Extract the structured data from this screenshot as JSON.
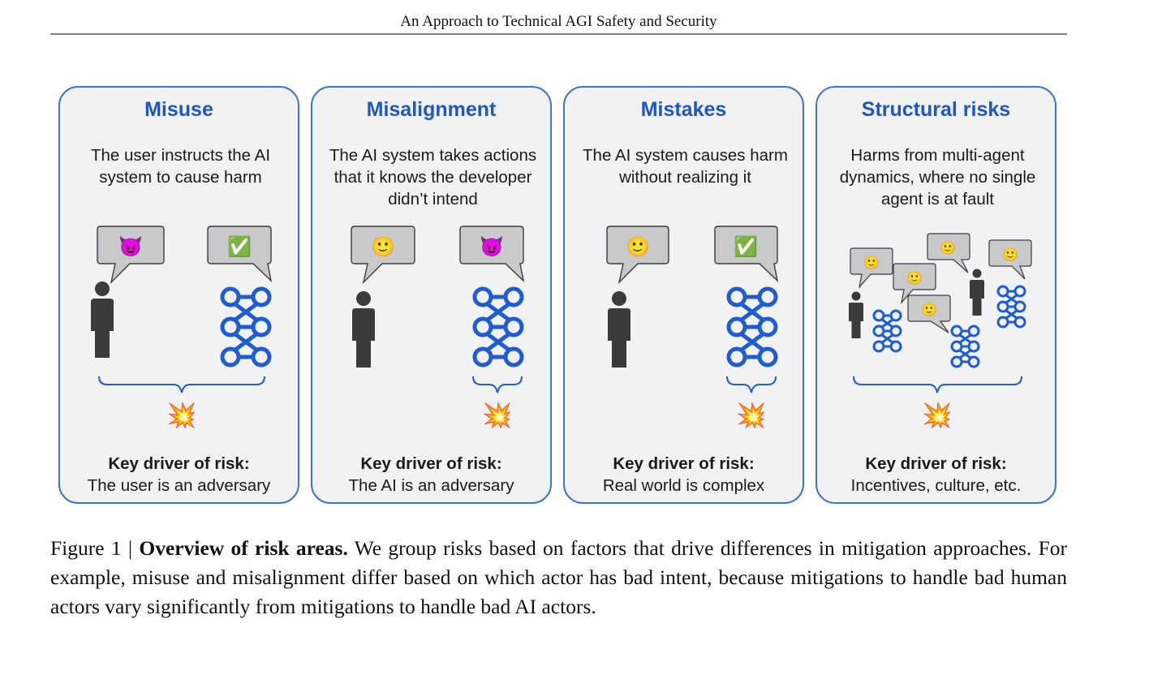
{
  "header": {
    "running_title": "An Approach to Technical AGI Safety and Security"
  },
  "figure": {
    "panels": [
      {
        "title": "Misuse",
        "description": "The user instructs the AI system to cause harm",
        "key_label": "Key driver of risk:",
        "key_value": "The user is an adversary",
        "human_bubble": "😈",
        "ai_bubble": "✅"
      },
      {
        "title": "Misalignment",
        "description": "The AI system takes actions that it knows the developer didn’t intend",
        "key_label": "Key driver of risk:",
        "key_value": "The AI is an adversary",
        "human_bubble": "🙂",
        "ai_bubble": "😈"
      },
      {
        "title": "Mistakes",
        "description": "The AI system causes harm without realizing it",
        "key_label": "Key driver of risk:",
        "key_value": "Real world is complex",
        "human_bubble": "🙂",
        "ai_bubble": "✅"
      },
      {
        "title": "Structural risks",
        "description": "Harms from multi-agent dynamics, where no single agent is at fault",
        "key_label": "Key driver of risk:",
        "key_value": "Incentives, culture, etc.",
        "bubble_emoji": "🙂"
      }
    ],
    "impact_emoji": "💥",
    "colors": {
      "panel_border": "#3f73d1",
      "panel_fill": "#f1f2f4",
      "title_blue": "#1f56c3",
      "network_blue": "#1f5bd1",
      "person_gray": "#3a3b3d",
      "bubble_fill": "#c8c9cb"
    }
  },
  "caption": {
    "label": "Figure 1 | ",
    "bold": "Overview of risk areas.",
    "text": " We group risks based on factors that drive differences in mitigation approaches. For example, misuse and misalignment differ based on which actor has bad intent, because mitigations to handle bad human actors vary significantly from mitigations to handle bad AI actors."
  }
}
